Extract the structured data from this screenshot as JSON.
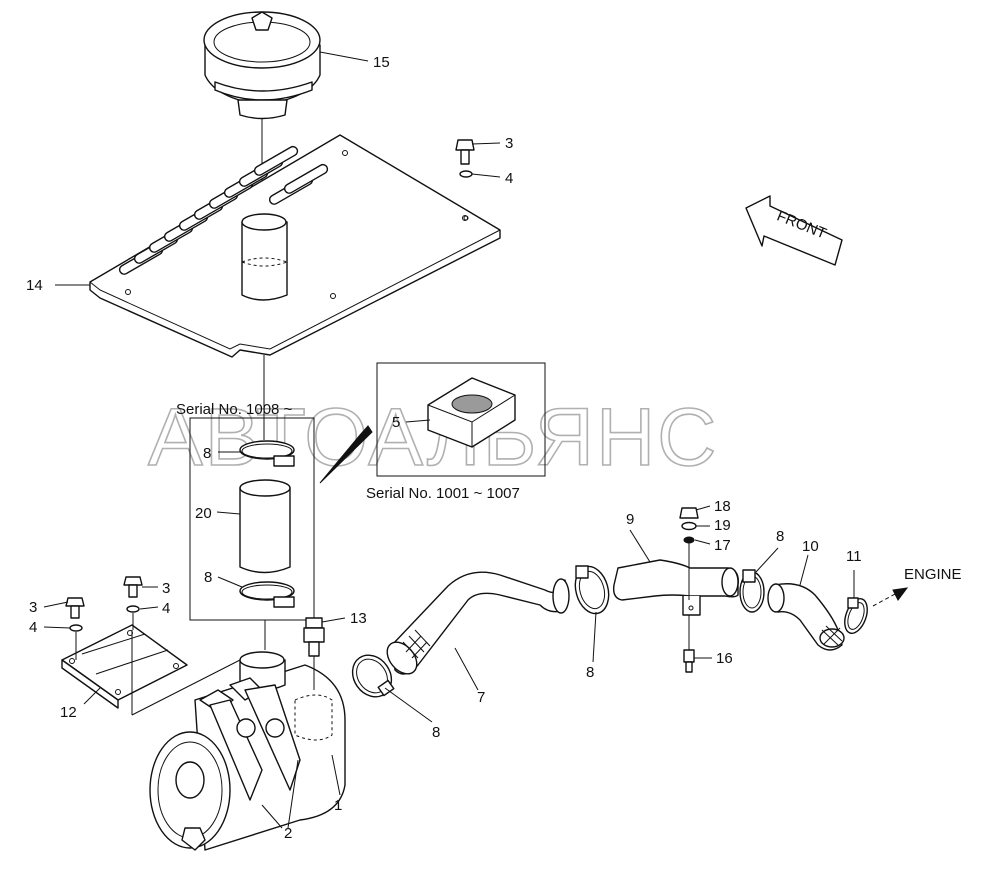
{
  "watermark": "АВТОАЛЬЯНС",
  "serial_new": "Serial No. 1008 ~",
  "serial_old": "Serial No. 1001 ~ 1007",
  "front_label": "FRONT",
  "engine_label": "ENGINE",
  "callouts": [
    "15",
    "3",
    "4",
    "14",
    "5",
    "8",
    "20",
    "8",
    "3",
    "4",
    "3",
    "4",
    "13",
    "12",
    "1",
    "2",
    "8",
    "7",
    "8",
    "9",
    "18",
    "19",
    "17",
    "8",
    "10",
    "11",
    "16"
  ]
}
